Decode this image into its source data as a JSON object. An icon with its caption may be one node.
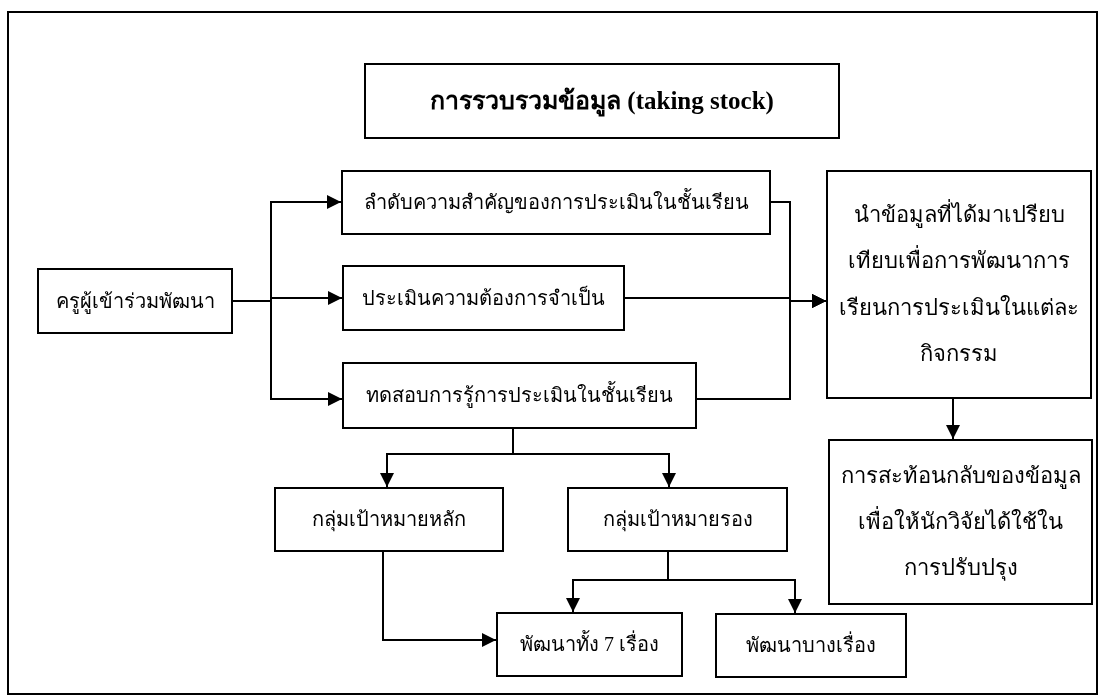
{
  "diagram": {
    "nodes": [
      {
        "text": [
          "การรวบรวมข้อมูล (taking stock)"
        ]
      },
      {
        "text": [
          "ครูผู้เข้าร่วมพัฒนา"
        ]
      },
      {
        "text": [
          "ลำดับความสำคัญของการประเมินในชั้นเรียน"
        ]
      },
      {
        "text": [
          "ประเมินความต้องการจำเป็น"
        ]
      },
      {
        "text": [
          "ทดสอบการรู้การประเมินในชั้นเรียน"
        ]
      },
      {
        "text": [
          "นำข้อมูลที่ได้มาเปรียบเทียบเพื่อการพัฒนาการเรียนการประเมินในแต่ละกิจกรรม"
        ]
      },
      {
        "text": [
          "การสะท้อนกลับของข้อมูลเพื่อให้นักวิจัยได้ใช้ในการปรับปรุง"
        ]
      },
      {
        "text": [
          "กลุ่มเป้าหมายหลัก"
        ]
      },
      {
        "text": [
          "กลุ่มเป้าหมายรอง"
        ]
      },
      {
        "text": [
          "พัฒนาทั้ง 7 เรื่อง"
        ]
      },
      {
        "text": [
          "พัฒนาบางเรื่อง"
        ]
      }
    ],
    "edges": [
      {
        "from": 1,
        "to": 2,
        "arrow": "to"
      },
      {
        "from": 1,
        "to": 3,
        "arrow": "to"
      },
      {
        "from": 1,
        "to": 4,
        "arrow": "to"
      },
      {
        "from": 2,
        "to": 5,
        "arrow": "to"
      },
      {
        "from": 3,
        "to": 5,
        "arrow": "to"
      },
      {
        "from": 4,
        "to": 5,
        "arrow": "to"
      },
      {
        "from": 5,
        "to": 6,
        "arrow": "to"
      },
      {
        "from": 4,
        "to": 7,
        "arrow": "to"
      },
      {
        "from": 4,
        "to": 8,
        "arrow": "to"
      },
      {
        "from": 7,
        "to": 9,
        "arrow": "to"
      },
      {
        "from": 8,
        "to": 9,
        "arrow": "to"
      },
      {
        "from": 8,
        "to": 10,
        "arrow": "to"
      }
    ]
  }
}
